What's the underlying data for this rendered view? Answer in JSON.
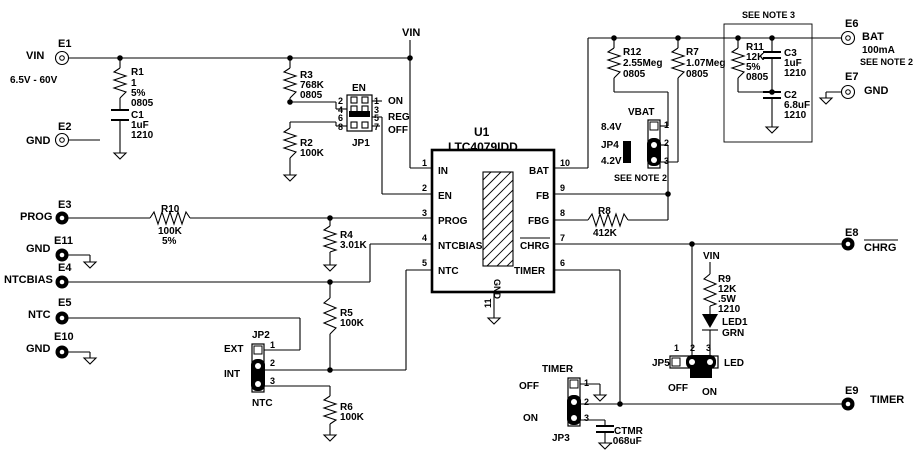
{
  "ic": {
    "ref": "U1",
    "part": "LTC4079IDD",
    "gnd_label": "GND",
    "pins_left": [
      {
        "num": "1",
        "name": "IN"
      },
      {
        "num": "2",
        "name": "EN"
      },
      {
        "num": "3",
        "name": "PROG"
      },
      {
        "num": "4",
        "name": "NTCBIAS"
      },
      {
        "num": "5",
        "name": "NTC"
      }
    ],
    "pins_right": [
      {
        "num": "10",
        "name": "BAT"
      },
      {
        "num": "9",
        "name": "FB"
      },
      {
        "num": "8",
        "name": "FBG"
      },
      {
        "num": "7",
        "name": "CHRG"
      },
      {
        "num": "6",
        "name": "TIMER"
      }
    ],
    "pin_bottom": "11"
  },
  "terminals": {
    "e1": {
      "ref": "E1",
      "net": "VIN",
      "note": "6.5V - 60V"
    },
    "e2": {
      "ref": "E2",
      "net": "GND"
    },
    "e3": {
      "ref": "E3",
      "net": "PROG"
    },
    "e11": {
      "ref": "E11",
      "net": "GND"
    },
    "e4": {
      "ref": "E4",
      "net": "NTCBIAS"
    },
    "e5": {
      "ref": "E5",
      "net": "NTC"
    },
    "e10": {
      "ref": "E10",
      "net": "GND"
    },
    "e6": {
      "ref": "E6",
      "net": "BAT",
      "note1": "100mA",
      "note2": "SEE NOTE 2"
    },
    "e7": {
      "ref": "E7",
      "net": "GND"
    },
    "e8": {
      "ref": "E8",
      "net": "CHRG"
    },
    "e9": {
      "ref": "E9",
      "net": "TIMER"
    }
  },
  "net_labels": {
    "vin_top": "VIN",
    "vin_led": "VIN"
  },
  "notes": {
    "note3": "SEE NOTE 3",
    "note2_jp4": "SEE NOTE 2"
  },
  "components": {
    "r1": [
      "R1",
      "1",
      "5%",
      "0805"
    ],
    "c1": [
      "C1",
      "1uF",
      "1210"
    ],
    "r3": [
      "R3",
      "768K",
      "0805"
    ],
    "r2": [
      "R2",
      "100K"
    ],
    "r10": [
      "R10",
      "100K",
      "5%"
    ],
    "r4": [
      "R4",
      "3.01K"
    ],
    "r5": [
      "R5",
      "100K"
    ],
    "r6": [
      "R6",
      "100K"
    ],
    "r12": [
      "R12",
      "2.55Meg",
      "0805"
    ],
    "r7": [
      "R7",
      "1.07Meg",
      "0805"
    ],
    "r11": [
      "R11",
      "12K",
      "5%",
      "0805"
    ],
    "c3": [
      "C3",
      "1uF",
      "1210"
    ],
    "c2": [
      "C2",
      "6.8uF",
      "1210"
    ],
    "r8": [
      "R8",
      "412K"
    ],
    "r9": [
      "R9",
      "12K",
      ".5W",
      "1210"
    ],
    "led1": [
      "LED1",
      "GRN"
    ],
    "ctmr": [
      "CTMR",
      ".068uF"
    ]
  },
  "jumpers": {
    "jp1": {
      "ref": "JP1",
      "title": "EN",
      "pins_left": [
        "2",
        "4",
        "6",
        "8"
      ],
      "pins_right": [
        "1",
        "3",
        "5",
        "7"
      ],
      "opt_on": "ON",
      "opt_reg": "REG",
      "opt_off": "OFF"
    },
    "jp2": {
      "ref": "JP2",
      "opt_ext": "EXT",
      "opt_int": "INT",
      "opt_ntc": "NTC",
      "pins": [
        "1",
        "2",
        "3"
      ]
    },
    "jp3": {
      "ref": "JP3",
      "title": "TIMER",
      "opt_off": "OFF",
      "opt_on": "ON",
      "pins": [
        "1",
        "2",
        "3"
      ]
    },
    "jp4": {
      "ref": "JP4",
      "title": "VBAT",
      "opt_84": "8.4V",
      "opt_42": "4.2V",
      "pins": [
        "1",
        "2",
        "3"
      ]
    },
    "jp5": {
      "ref": "JP5",
      "opt_off": "OFF",
      "opt_on": "ON",
      "opt_led": "LED",
      "pins": [
        "1",
        "2",
        "3"
      ]
    }
  }
}
